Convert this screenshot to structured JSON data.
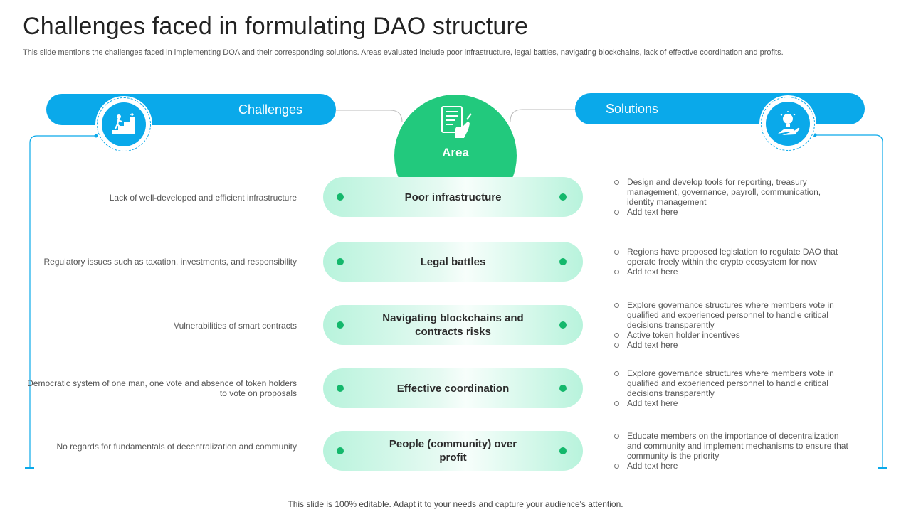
{
  "header": {
    "title": "Challenges faced in formulating DAO structure",
    "subtitle": "This slide mentions the challenges faced in implementing DOA and their corresponding solutions. Areas evaluated include poor infrastructure, legal battles, navigating blockchains, lack of effective coordination and profits."
  },
  "columns": {
    "challenges_label": "Challenges",
    "area_label": "Area",
    "solutions_label": "Solutions"
  },
  "icons": {
    "challenges_icon": "climbing-stairs-icon",
    "area_icon": "document-hand-icon",
    "solutions_icon": "lightbulb-hand-icon"
  },
  "colors": {
    "primary_blue": "#0aa9ea",
    "area_green": "#22c97d",
    "dot_green": "#14b86c",
    "pill_mint": "#b8f3dc"
  },
  "rows": [
    {
      "challenge": "Lack of well-developed and efficient infrastructure",
      "area": "Poor infrastructure",
      "solutions": [
        "Design and develop tools for reporting, treasury management, governance, payroll, communication, identity management",
        "Add text here"
      ]
    },
    {
      "challenge": "Regulatory issues such as taxation, investments, and responsibility",
      "area": "Legal battles",
      "solutions": [
        "Regions have proposed legislation to regulate DAO that operate freely within the crypto ecosystem for now",
        "Add text here"
      ]
    },
    {
      "challenge": "Vulnerabilities of smart contracts",
      "area": "Navigating blockchains and contracts risks",
      "solutions": [
        "Explore governance structures where members vote in qualified and experienced personnel to handle critical decisions transparently",
        "Active token holder incentives",
        "Add text here"
      ]
    },
    {
      "challenge": "Democratic system of one man, one vote and absence of token holders to vote on proposals",
      "area": "Effective coordination",
      "solutions": [
        "Explore governance structures where members vote in qualified and experienced personnel to handle critical decisions transparently",
        "Add text here"
      ]
    },
    {
      "challenge": "No regards for fundamentals of decentralization and community",
      "area": "People (community) over profit",
      "solutions": [
        "Educate members on the importance of decentralization and community and implement mechanisms to ensure that community is the priority",
        "Add text here"
      ]
    }
  ],
  "footer": "This slide is 100% editable. Adapt it to your needs and capture your audience's attention."
}
